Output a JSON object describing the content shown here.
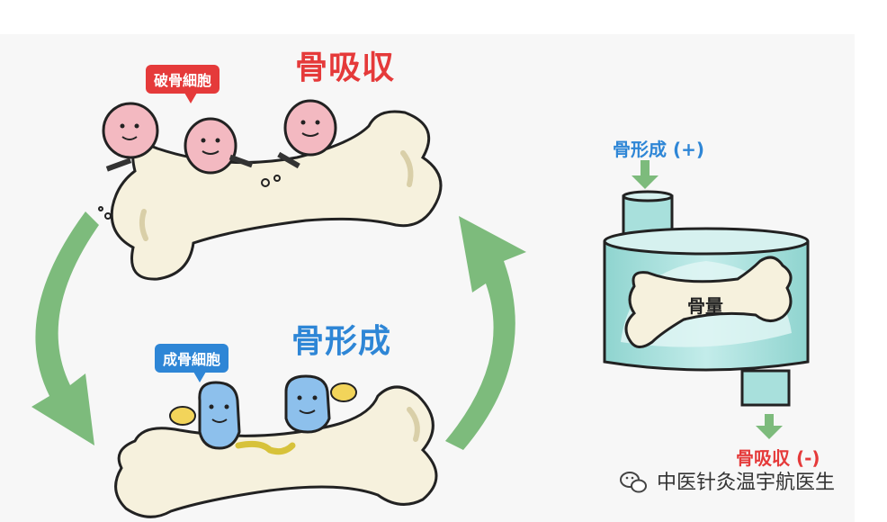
{
  "titles": {
    "resorption": "骨吸収",
    "formation": "骨形成"
  },
  "tags": {
    "osteoclast": "破骨細胞",
    "osteoblast": "成骨細胞"
  },
  "balance": {
    "input_label": "骨形成 (+)",
    "output_label": "骨吸収 (-)",
    "bone_label": "骨量"
  },
  "watermark": {
    "text": "中医针灸温宇航医生",
    "icon": "wechat-icon"
  },
  "colors": {
    "red": "#e53a3a",
    "blue": "#2e86d6",
    "green_arrow": "#7dbb7c",
    "tank": "#a8e0dc"
  }
}
